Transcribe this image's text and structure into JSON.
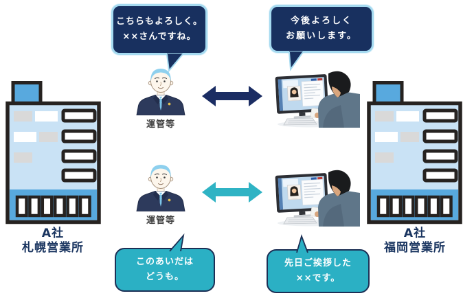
{
  "bubbles": {
    "top_left": {
      "lines": [
        "こちらもよろしく。",
        "××さんですね。"
      ]
    },
    "top_right": {
      "lines": [
        "今後よろしく",
        "お願いします。"
      ]
    },
    "bottom_left": {
      "lines": [
        "このあいだは",
        "どうも。"
      ]
    },
    "bottom_right": {
      "lines": [
        "先日ご挨拶した",
        "××です。"
      ]
    }
  },
  "persons": {
    "top_label": "運管等",
    "bottom_label": "運管等"
  },
  "buildings": {
    "left": {
      "line1": "A社",
      "line2": "札幌営業所"
    },
    "right": {
      "line1": "A社",
      "line2": "福岡営業所"
    }
  },
  "icons": {
    "arrow_top": "double-headed-arrow",
    "arrow_bottom": "double-headed-arrow",
    "person": "businessman-illustration",
    "photo": "video-call-operator-photo",
    "building": "office-building"
  },
  "colors": {
    "navy_bubble": "#18305f",
    "navy_glow": "#a5daf0",
    "teal_bubble": "#2bb0c4",
    "teal_outline": "#1c2f55",
    "arrow_navy": "#1b2d63",
    "arrow_teal": "#2fb3c4",
    "building_light": "#c9e2f5",
    "building_medium": "#58a9de",
    "outline_ink": "#262220",
    "label_navy": "#1a3560",
    "person_label": "#404040",
    "bubble_text": "#ffffff"
  }
}
